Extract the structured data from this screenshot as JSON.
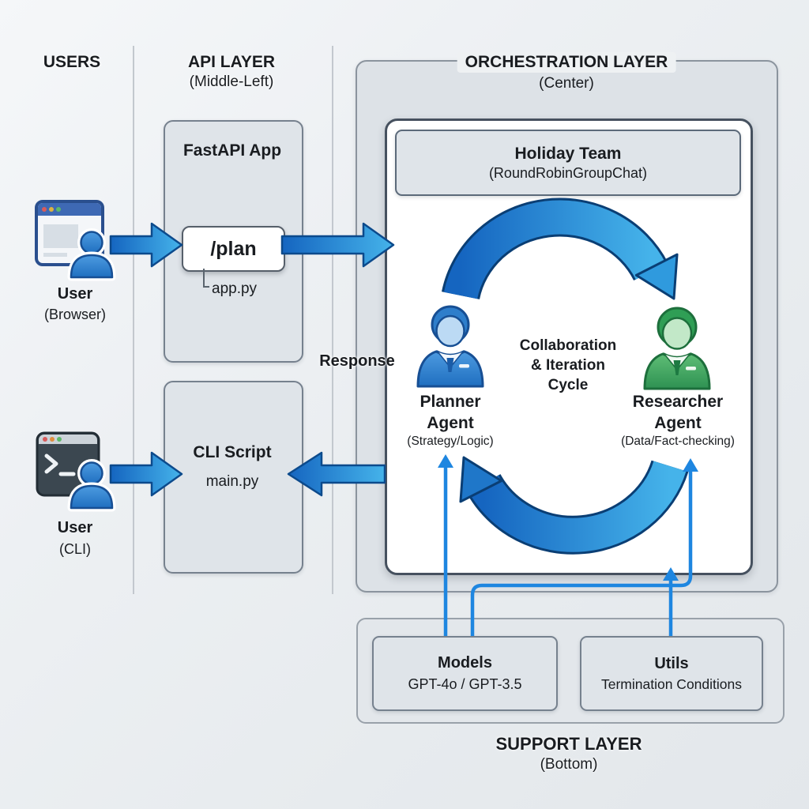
{
  "columns": {
    "users": {
      "title": "USERS"
    },
    "api": {
      "title": "API LAYER",
      "subtitle": "(Middle-Left)"
    },
    "orchestration": {
      "title": "ORCHESTRATION LAYER",
      "subtitle": "(Center)"
    },
    "support": {
      "title": "SUPPORT LAYER",
      "subtitle": "(Bottom)"
    }
  },
  "users": {
    "browser": {
      "name": "User",
      "type": "(Browser)"
    },
    "cli": {
      "name": "User",
      "type": "(CLI)"
    }
  },
  "api_layer": {
    "fastapi_app": {
      "title": "FastAPI App",
      "endpoint": "/plan",
      "file": "app.py"
    },
    "cli_script": {
      "title": "CLI Script",
      "file": "main.py"
    },
    "response_label": "Response"
  },
  "orchestration_layer": {
    "team": {
      "title": "Holiday Team",
      "subtitle": "(RoundRobinGroupChat)"
    },
    "planner": {
      "name": "Planner\nAgent",
      "role": "(Strategy/Logic)"
    },
    "researcher": {
      "name": "Researcher\nAgent",
      "role": "(Data/Fact-checking)"
    },
    "cycle_label": "Collaboration\n& Iteration\nCycle"
  },
  "support_layer": {
    "models": {
      "title": "Models",
      "detail": "GPT-4o / GPT-3.5"
    },
    "utils": {
      "title": "Utils",
      "detail": "Termination Conditions"
    }
  },
  "icons": {
    "browser": "browser-window-icon",
    "terminal": "terminal-icon",
    "user_avatar": "person-icon",
    "planner": "planner-person-icon",
    "researcher": "researcher-person-icon",
    "flow_arrow": "blue-arrow",
    "cycle_arcs": "circular-arrows"
  },
  "colors": {
    "arrow_dark": "#1565c0",
    "arrow_light": "#45b3ea",
    "arrow_outline": "#0c4a8c",
    "thin_line_blue": "#1e86e0",
    "planner_blue": "#2f86d6",
    "researcher_green": "#4db072",
    "box_fill": "#dfe4e9",
    "box_border": "#76818e",
    "white_panel_border": "#46515f",
    "text": "#191c20"
  }
}
